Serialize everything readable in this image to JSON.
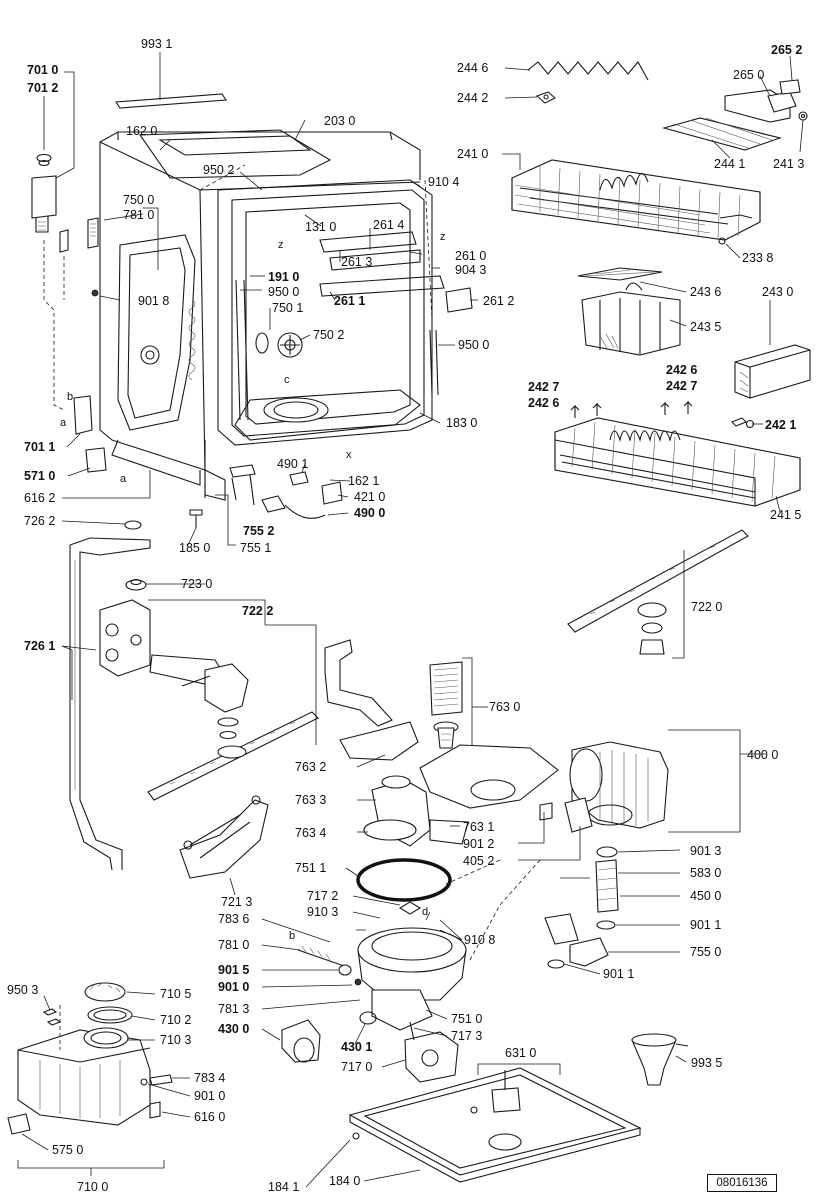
{
  "document_number": "08016136",
  "labels": [
    {
      "id": "993-1",
      "text": "993 1"
    },
    {
      "id": "701-0",
      "text": "701 0"
    },
    {
      "id": "701-2",
      "text": "701 2"
    },
    {
      "id": "162-0",
      "text": "162 0"
    },
    {
      "id": "203-0",
      "text": "203 0"
    },
    {
      "id": "950-2",
      "text": "950 2"
    },
    {
      "id": "910-4",
      "text": "910 4"
    },
    {
      "id": "750-0",
      "text": "750 0"
    },
    {
      "id": "781-0-top",
      "text": "781 0"
    },
    {
      "id": "131-0",
      "text": "131 0"
    },
    {
      "id": "261-4",
      "text": "261 4"
    },
    {
      "id": "261-0",
      "text": "261 0"
    },
    {
      "id": "261-3",
      "text": "261 3"
    },
    {
      "id": "904-3",
      "text": "904 3"
    },
    {
      "id": "191-0",
      "text": "191 0"
    },
    {
      "id": "950-0-top",
      "text": "950 0"
    },
    {
      "id": "261-1",
      "text": "261 1"
    },
    {
      "id": "261-2",
      "text": "261 2"
    },
    {
      "id": "901-8",
      "text": "901 8"
    },
    {
      "id": "750-1",
      "text": "750 1"
    },
    {
      "id": "750-2",
      "text": "750 2"
    },
    {
      "id": "950-0-right",
      "text": "950 0"
    },
    {
      "id": "183-0",
      "text": "183 0"
    },
    {
      "id": "701-1",
      "text": "701 1"
    },
    {
      "id": "571-0",
      "text": "571 0"
    },
    {
      "id": "616-2",
      "text": "616 2"
    },
    {
      "id": "490-1",
      "text": "490 1"
    },
    {
      "id": "162-1",
      "text": "162 1"
    },
    {
      "id": "421-0",
      "text": "421 0"
    },
    {
      "id": "490-0",
      "text": "490 0"
    },
    {
      "id": "755-2",
      "text": "755 2"
    },
    {
      "id": "755-1",
      "text": "755 1"
    },
    {
      "id": "726-2",
      "text": "726 2"
    },
    {
      "id": "185-0",
      "text": "185 0"
    },
    {
      "id": "723-0",
      "text": "723 0"
    },
    {
      "id": "722-2",
      "text": "722 2"
    },
    {
      "id": "726-1",
      "text": "726 1"
    },
    {
      "id": "244-6",
      "text": "244 6"
    },
    {
      "id": "244-2",
      "text": "244 2"
    },
    {
      "id": "265-2",
      "text": "265 2"
    },
    {
      "id": "265-0",
      "text": "265 0"
    },
    {
      "id": "244-1",
      "text": "244 1"
    },
    {
      "id": "241-3",
      "text": "241 3"
    },
    {
      "id": "241-0",
      "text": "241 0"
    },
    {
      "id": "233-8",
      "text": "233 8"
    },
    {
      "id": "243-6",
      "text": "243 6"
    },
    {
      "id": "243-0",
      "text": "243 0"
    },
    {
      "id": "243-5",
      "text": "243 5"
    },
    {
      "id": "242-7-a",
      "text": "242 7"
    },
    {
      "id": "242-6-a",
      "text": "242 6"
    },
    {
      "id": "242-6-b",
      "text": "242 6"
    },
    {
      "id": "242-7-b",
      "text": "242 7"
    },
    {
      "id": "242-1",
      "text": "242 1"
    },
    {
      "id": "241-5",
      "text": "241 5"
    },
    {
      "id": "722-0",
      "text": "722 0"
    },
    {
      "id": "763-0",
      "text": "763 0"
    },
    {
      "id": "400-0",
      "text": "400 0"
    },
    {
      "id": "763-2",
      "text": "763 2"
    },
    {
      "id": "763-3",
      "text": "763 3"
    },
    {
      "id": "763-4",
      "text": "763 4"
    },
    {
      "id": "763-1",
      "text": "763 1"
    },
    {
      "id": "901-2",
      "text": "901 2"
    },
    {
      "id": "405-2",
      "text": "405 2"
    },
    {
      "id": "751-1",
      "text": "751 1"
    },
    {
      "id": "721-3",
      "text": "721 3"
    },
    {
      "id": "901-3",
      "text": "901 3"
    },
    {
      "id": "583-0",
      "text": "583 0"
    },
    {
      "id": "450-0",
      "text": "450 0"
    },
    {
      "id": "717-2",
      "text": "717 2"
    },
    {
      "id": "910-3",
      "text": "910 3"
    },
    {
      "id": "910-8",
      "text": "910 8"
    },
    {
      "id": "901-1-a",
      "text": "901 1"
    },
    {
      "id": "783-6",
      "text": "783 6"
    },
    {
      "id": "755-0",
      "text": "755 0"
    },
    {
      "id": "781-0",
      "text": "781 0"
    },
    {
      "id": "901-1-b",
      "text": "901 1"
    },
    {
      "id": "901-5",
      "text": "901 5"
    },
    {
      "id": "901-0",
      "text": "901 0"
    },
    {
      "id": "950-3",
      "text": "950 3"
    },
    {
      "id": "710-5",
      "text": "710 5"
    },
    {
      "id": "781-3",
      "text": "781 3"
    },
    {
      "id": "751-0",
      "text": "751 0"
    },
    {
      "id": "710-2",
      "text": "710 2"
    },
    {
      "id": "430-0",
      "text": "430 0"
    },
    {
      "id": "430-1",
      "text": "430 1"
    },
    {
      "id": "717-3",
      "text": "717 3"
    },
    {
      "id": "710-3",
      "text": "710 3"
    },
    {
      "id": "631-0",
      "text": "631 0"
    },
    {
      "id": "717-0",
      "text": "717 0"
    },
    {
      "id": "993-5",
      "text": "993 5"
    },
    {
      "id": "783-4",
      "text": "783 4"
    },
    {
      "id": "901-0-b",
      "text": "901 0"
    },
    {
      "id": "616-0",
      "text": "616 0"
    },
    {
      "id": "575-0",
      "text": "575 0"
    },
    {
      "id": "184-1",
      "text": "184 1"
    },
    {
      "id": "184-0",
      "text": "184 0"
    },
    {
      "id": "710-0",
      "text": "710 0"
    }
  ],
  "markers": {
    "b": "b",
    "a": "a",
    "c": "c",
    "d": "d",
    "x": "x",
    "z": "z"
  }
}
